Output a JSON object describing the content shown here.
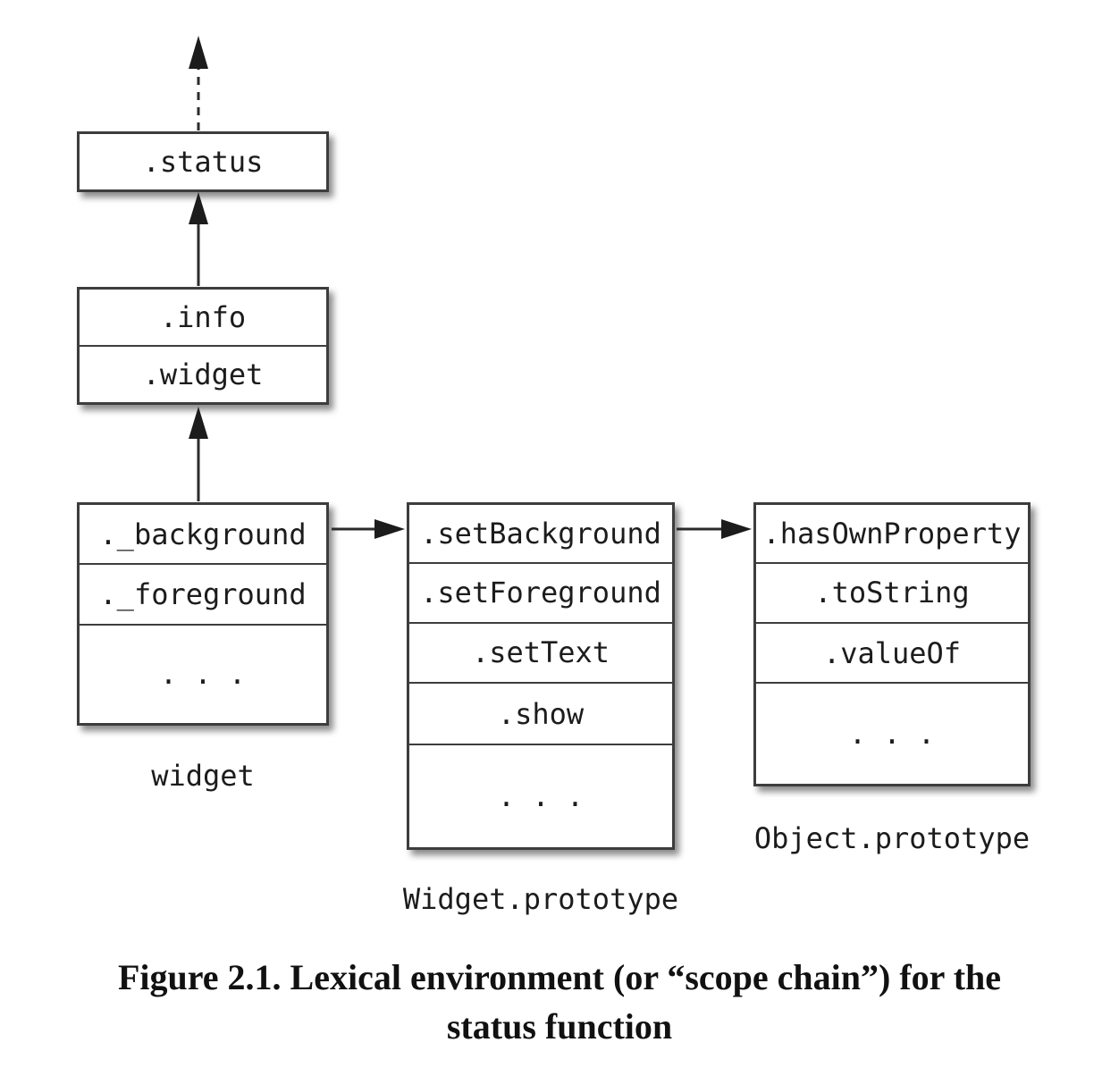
{
  "figure": {
    "boxes": {
      "status": {
        "rows": [
          ".status"
        ]
      },
      "info": {
        "rows": [
          ".info",
          ".widget"
        ]
      },
      "widget": {
        "rows": [
          "._background",
          "._foreground",
          ". . ."
        ],
        "label": "widget"
      },
      "widget_prototype": {
        "rows": [
          ".setBackground",
          ".setForeground",
          ".setText",
          ".show",
          ". . ."
        ],
        "label": "Widget.prototype"
      },
      "object_prototype": {
        "rows": [
          ".hasOwnProperty",
          ".toString",
          ".valueOf",
          ". . ."
        ],
        "label": "Object.prototype"
      }
    },
    "caption": {
      "line1": "Figure 2.1. Lexical environment (or “scope chain”) for the",
      "line2": "status function"
    },
    "colors": {
      "ink": "#1c1c1c",
      "border": "#3d3d3d",
      "background": "#ffffff"
    }
  }
}
